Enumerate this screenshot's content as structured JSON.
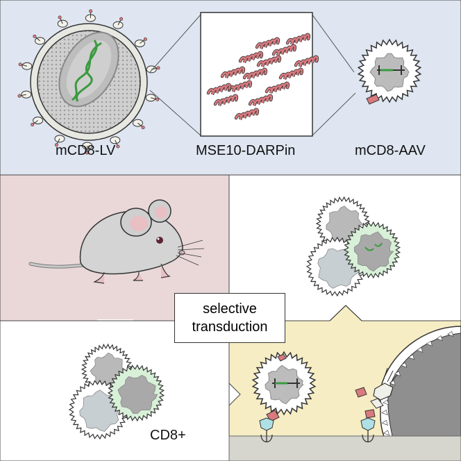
{
  "labels": {
    "lentivirus": "mCD8-LV",
    "darpin": "MSE10-DARPin",
    "aav": "mCD8-AAV",
    "cd8_cell": "CD8+",
    "selective_line1": "selective",
    "selective_line2": "transduction"
  },
  "colors": {
    "top_panel_bg": "#dfe6f1",
    "mouse_panel_bg": "#ead8d9",
    "binding_panel_bg": "#f7edc4",
    "darpin_helix": "#d97a7f",
    "genome_green": "#3a9a3f",
    "transduced_glow": "#d8f0d8",
    "membrane_gray": "#d6d6cf",
    "receptor_blue": "#aee0e6"
  },
  "icons": [
    "lentivirus-particle-icon",
    "darpin-protein-icon",
    "aav-particle-icon",
    "mouse-icon",
    "t-cell-cluster-icon",
    "cd8-receptor-icon"
  ]
}
